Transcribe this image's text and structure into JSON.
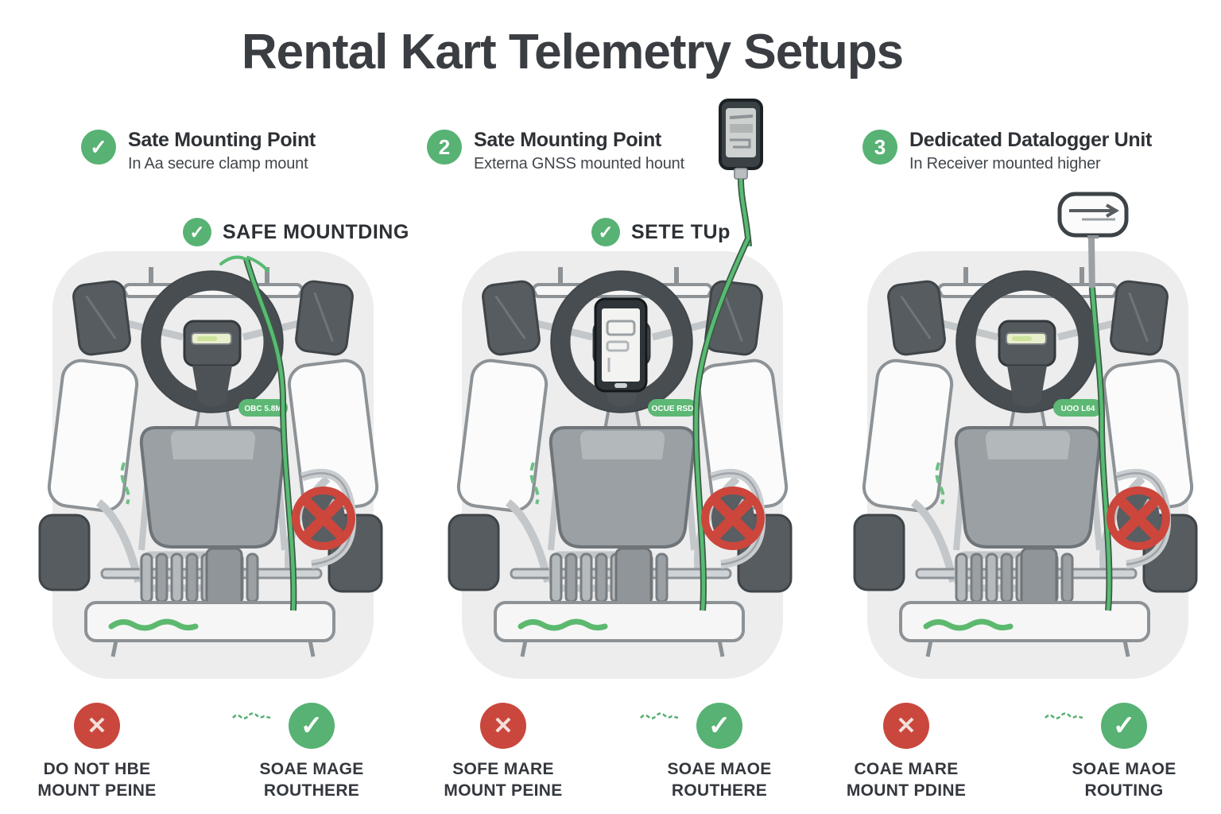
{
  "title": "Rental Kart Telemetry Setups",
  "icons": {
    "check": "✓",
    "cross": "✕"
  },
  "colors": {
    "green": "#57b274",
    "red": "#c9473d",
    "cable_green": "#58bb72",
    "text_dark": "#3a3d41"
  },
  "columns": [
    {
      "badge_glyph": "✓",
      "heading": "Sate Mounting Point",
      "subheading": "In Aa secure clamp mount",
      "kart_label": "SAFE MOUNTDING",
      "cable_tag": "OBC 5.8M",
      "dont": [
        "DO NOT HBE",
        "MOUNT PEINE"
      ],
      "do": [
        "SOAE MAGE",
        "ROUTHERE"
      ]
    },
    {
      "badge_glyph": "2",
      "heading": "Sate Mounting Point",
      "subheading": "Externa GNSS mounted hount",
      "kart_label": "SETE TUp",
      "cable_tag": "OCUE RSD",
      "dont": [
        "SOFE MARE",
        "MOUNT PEINE"
      ],
      "do": [
        "SOAE MAOE",
        "ROUTHERE"
      ]
    },
    {
      "badge_glyph": "3",
      "heading": "Dedicated Datalogger Unit",
      "subheading": "In Receiver mounted higher",
      "kart_label": "",
      "cable_tag": "UOO L64",
      "dont": [
        "COAE MARE",
        "MOUNT PDINE"
      ],
      "do": [
        "SOAE MAOE",
        "ROUTING"
      ]
    }
  ]
}
